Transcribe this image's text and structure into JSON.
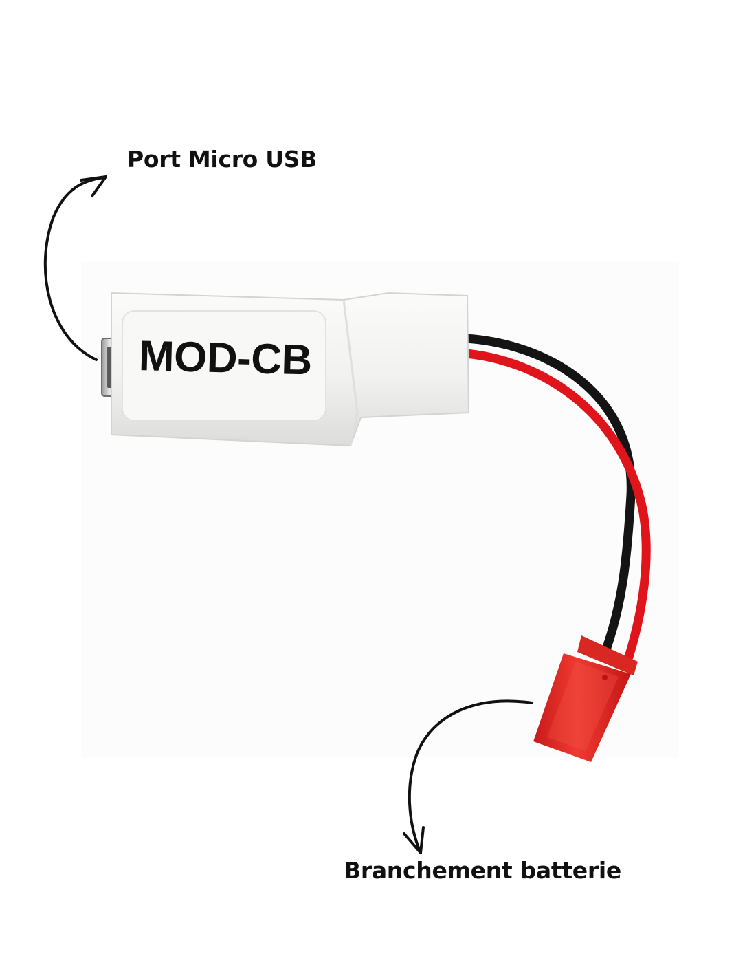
{
  "annotations": {
    "usb_port": "Port Micro USB",
    "battery_connection": "Branchement batterie"
  },
  "product": {
    "label_text": "MOD-CB"
  },
  "colors": {
    "background": "#ffffff",
    "housing": "#f3f3f1",
    "sticker": "#f8f8f6",
    "wire_red": "#e0141b",
    "wire_black": "#111111",
    "connector": "#e42a23",
    "text": "#111111"
  }
}
